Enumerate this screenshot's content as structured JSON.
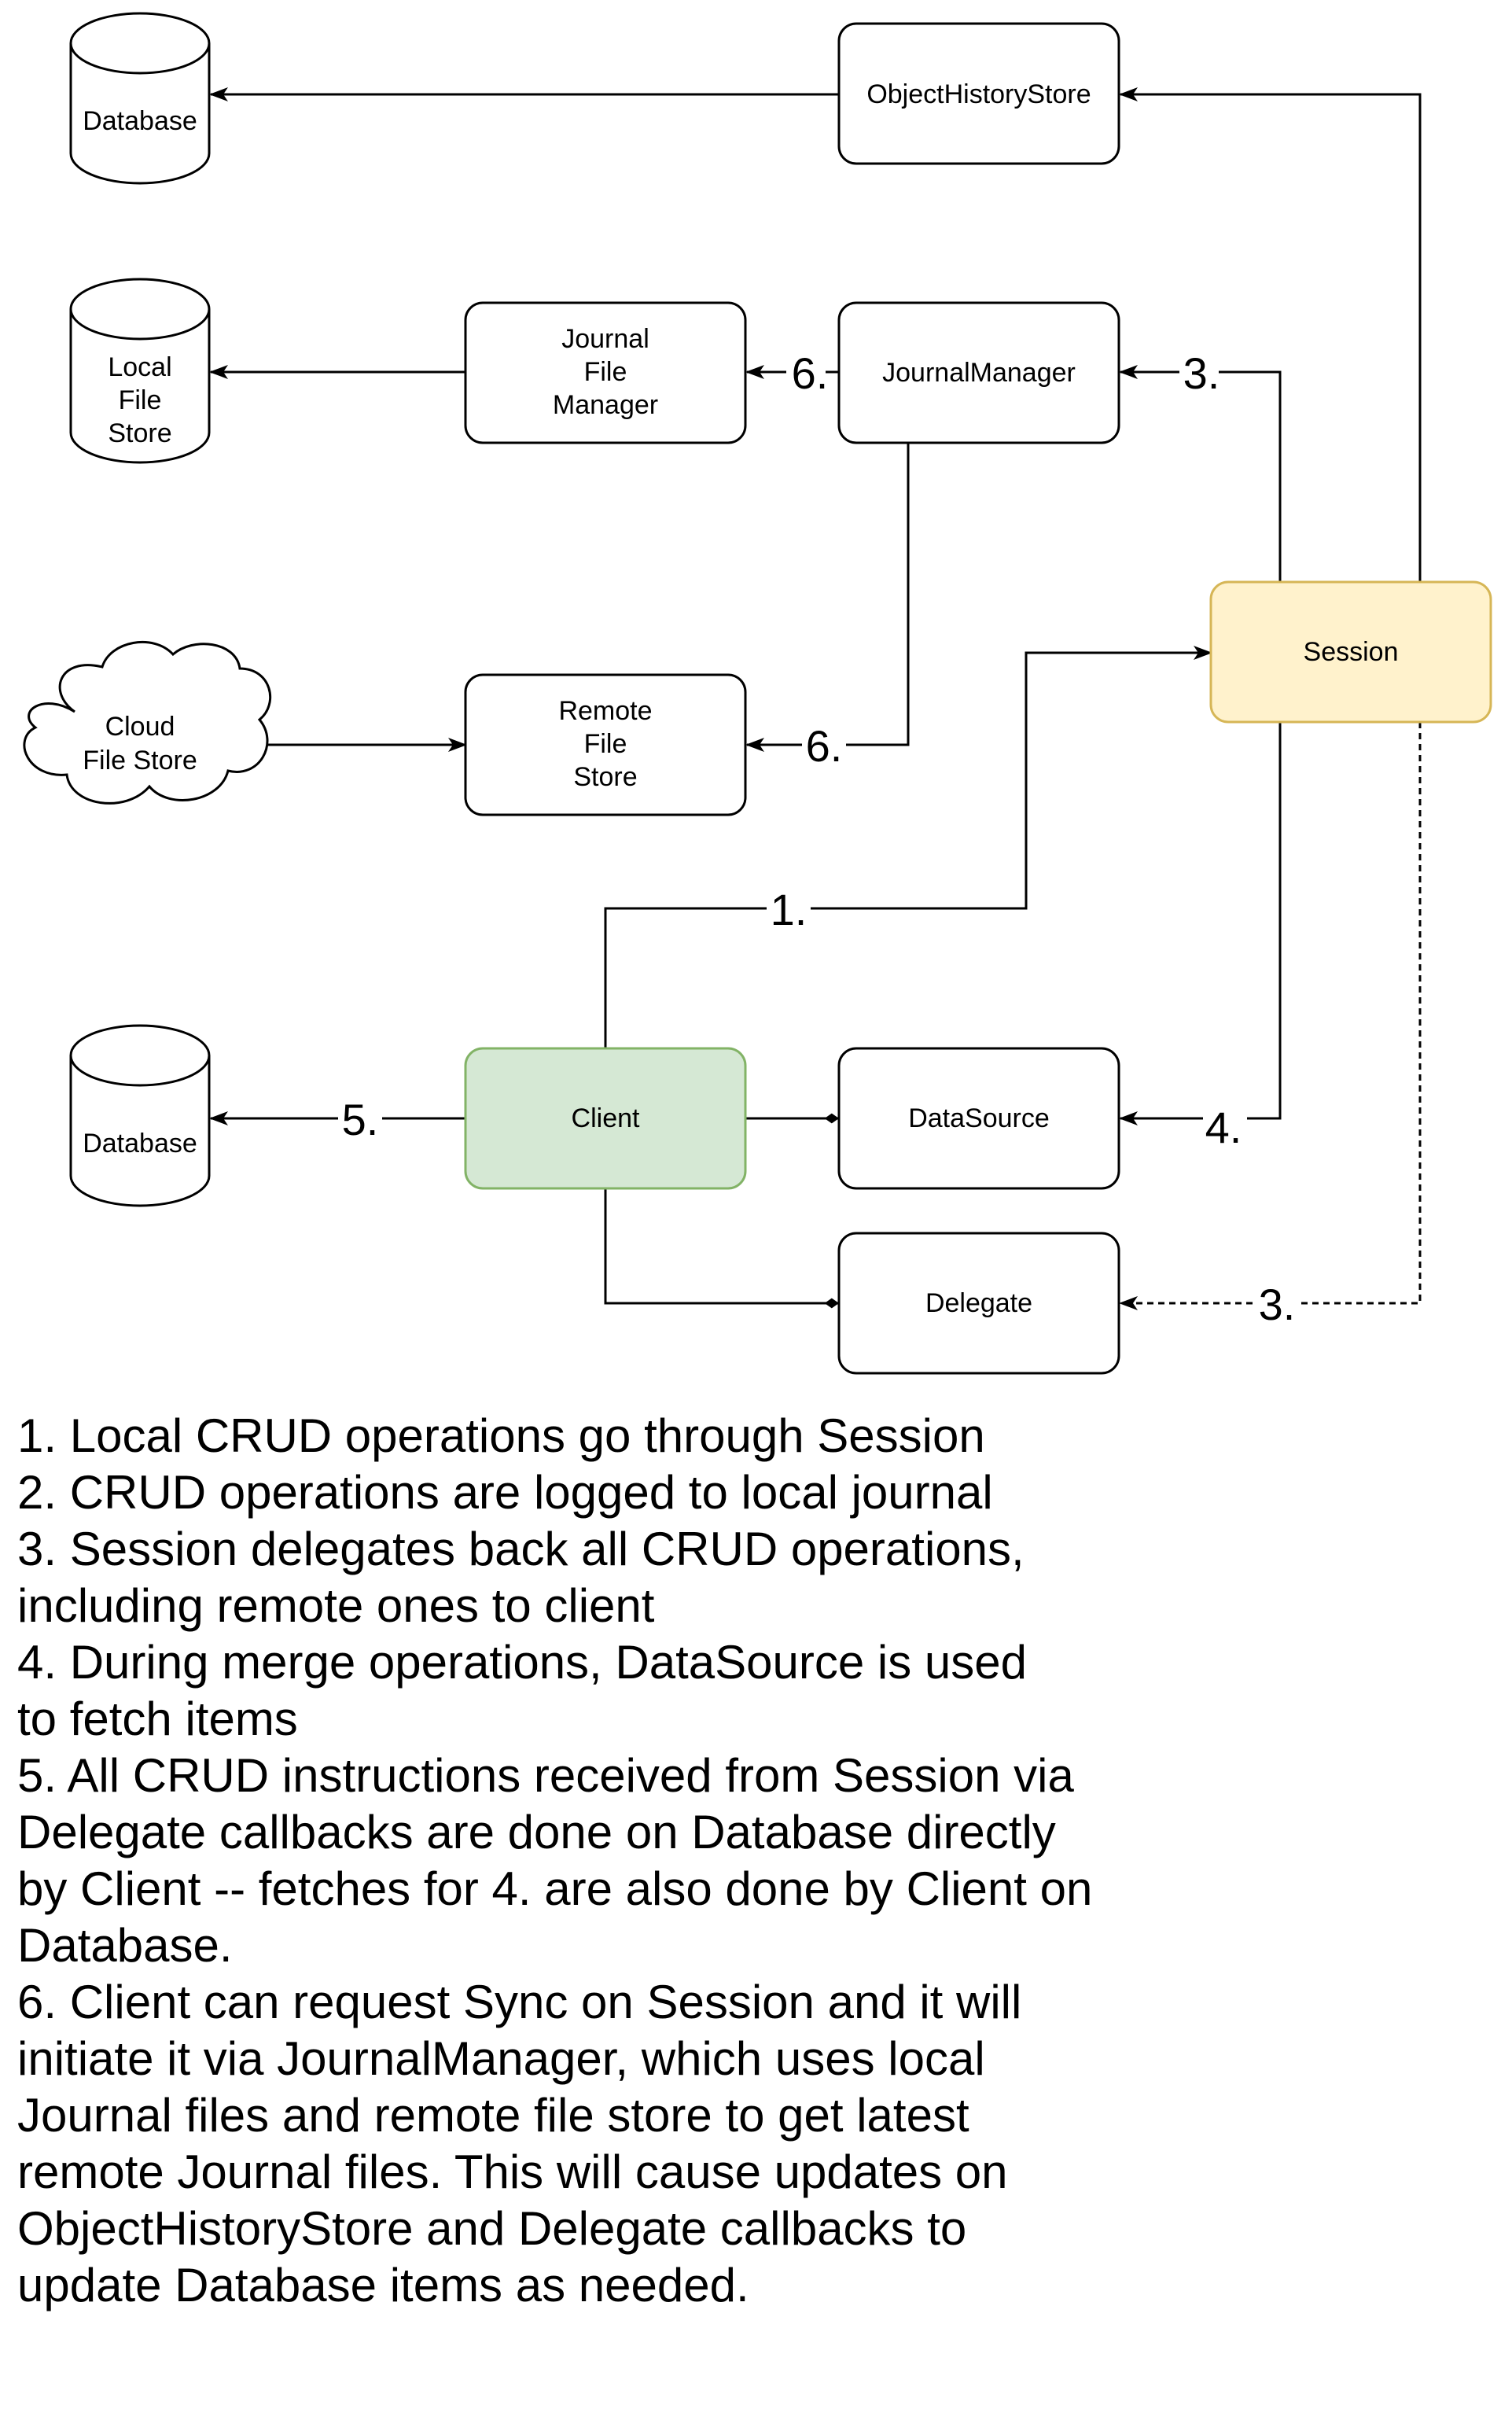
{
  "diagram": {
    "nodes": {
      "database_top": "Database",
      "object_history_store": "ObjectHistoryStore",
      "local_file_store": [
        "Local",
        "File",
        "Store"
      ],
      "journal_file_manager": [
        "Journal",
        "File",
        "Manager"
      ],
      "journal_manager": "JournalManager",
      "session": "Session",
      "cloud_file_store": [
        "Cloud",
        "File Store"
      ],
      "remote_file_store": [
        "Remote",
        "File",
        "Store"
      ],
      "database_bottom": "Database",
      "client": "Client",
      "data_source": "DataSource",
      "delegate": "Delegate"
    },
    "edge_labels": {
      "journal_to_file_manager": "6.",
      "session_to_journal": "3.",
      "journal_to_remote": "6.",
      "client_to_session": "1.",
      "client_to_database": "5.",
      "session_to_datasource": "4.",
      "session_to_delegate": "3."
    },
    "colors": {
      "session_fill": "#fff2cc",
      "session_stroke": "#d6b656",
      "client_fill": "#d5e8d4",
      "client_stroke": "#82b366",
      "default_stroke": "#000000"
    }
  },
  "notes": [
    "1. Local CRUD operations go through Session",
    "2. CRUD operations are logged to local journal",
    "3. Session delegates back all CRUD operations, including remote ones to client",
    "4. During merge operations, DataSource is used to fetch items",
    "5. All CRUD instructions received from Session via Delegate callbacks are done on Database directly by Client -- fetches for 4. are also done by Client on Database.",
    "6. Client can request Sync on Session and it will initiate it via JournalManager, which uses local Journal files and remote file store to get latest remote Journal files. This will cause updates on ObjectHistoryStore and Delegate callbacks to update Database items as needed."
  ]
}
